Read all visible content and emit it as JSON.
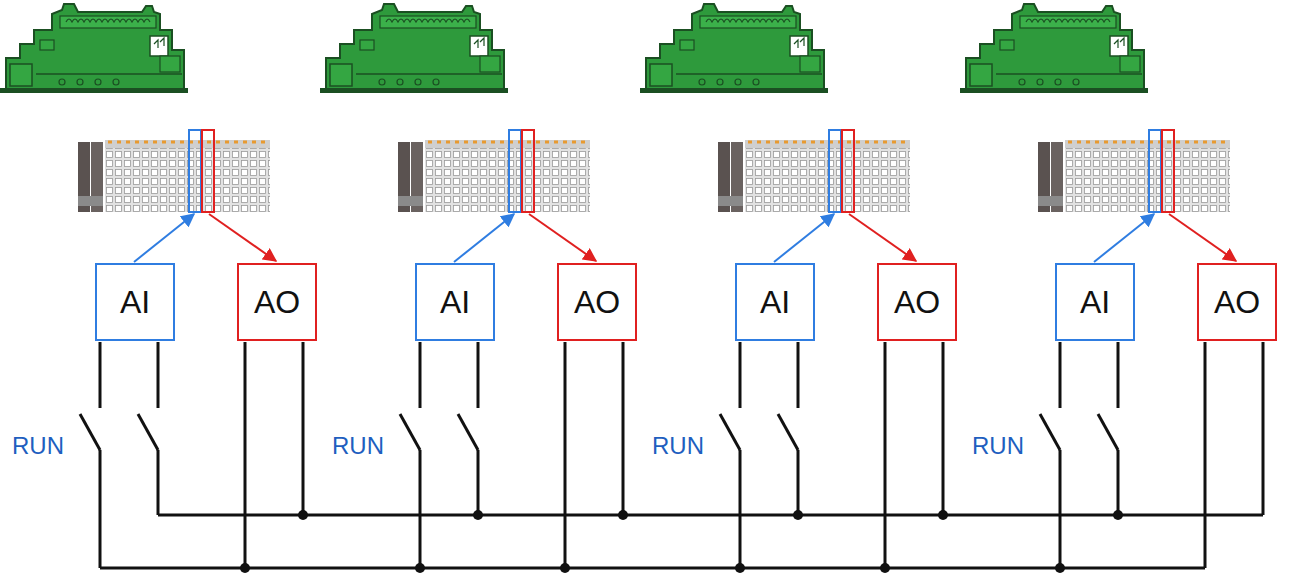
{
  "diagram": {
    "nodes": [
      {
        "text": [
          "AI"
        ]
      },
      {
        "text": [
          "AO"
        ]
      },
      {
        "text": [
          "AI"
        ]
      },
      {
        "text": [
          "AO"
        ]
      },
      {
        "text": [
          "AI"
        ]
      },
      {
        "text": [
          "AO"
        ]
      },
      {
        "text": [
          "AI"
        ]
      },
      {
        "text": [
          "AO"
        ]
      }
    ],
    "labels": [
      "RUN",
      "RUN",
      "RUN",
      "RUN"
    ]
  }
}
